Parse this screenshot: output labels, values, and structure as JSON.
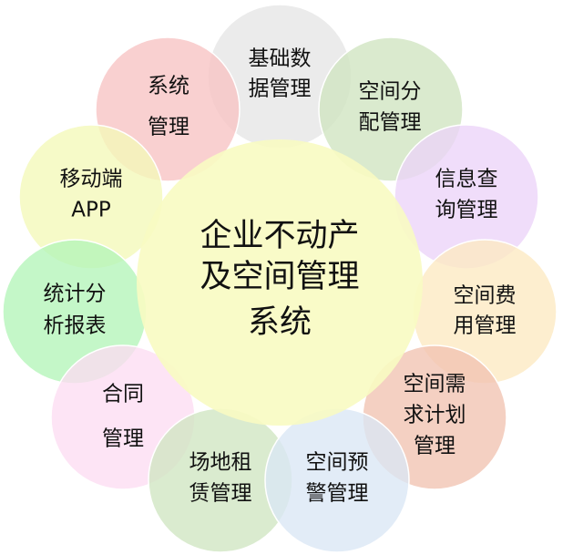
{
  "center": {
    "lines": [
      "企业不动产",
      "及空间管理",
      "系统"
    ],
    "color": "#f8fbc2"
  },
  "modules": [
    {
      "id": "basic-data",
      "lines": [
        "基础数",
        "据管理"
      ],
      "color": "#e6e6e6"
    },
    {
      "id": "system",
      "lines": [
        "系统",
        "管理"
      ],
      "color": "#f7c3c3"
    },
    {
      "id": "space-allocation",
      "lines": [
        "空间分",
        "配管理"
      ],
      "color": "#cfe4c0"
    },
    {
      "id": "mobile-app",
      "lines": [
        "移动端",
        "APP"
      ],
      "color": "#f4f9b8"
    },
    {
      "id": "info-query",
      "lines": [
        "信息查",
        "询管理"
      ],
      "color": "#ecd4f8"
    },
    {
      "id": "statistics",
      "lines": [
        "统计分",
        "析报表"
      ],
      "color": "#b4f5b8"
    },
    {
      "id": "space-cost",
      "lines": [
        "空间费",
        "用管理"
      ],
      "color": "#fde9c2"
    },
    {
      "id": "contract",
      "lines": [
        "合同",
        "管理"
      ],
      "color": "#fcdcf2"
    },
    {
      "id": "space-demand",
      "lines": [
        "空间需",
        "求计划",
        "管理"
      ],
      "color": "#f1c3b1"
    },
    {
      "id": "venue-lease",
      "lines": [
        "场地租",
        "赁管理"
      ],
      "color": "#d0e5c2"
    },
    {
      "id": "space-warning",
      "lines": [
        "空间预",
        "警管理"
      ],
      "color": "#dae7f5"
    }
  ]
}
